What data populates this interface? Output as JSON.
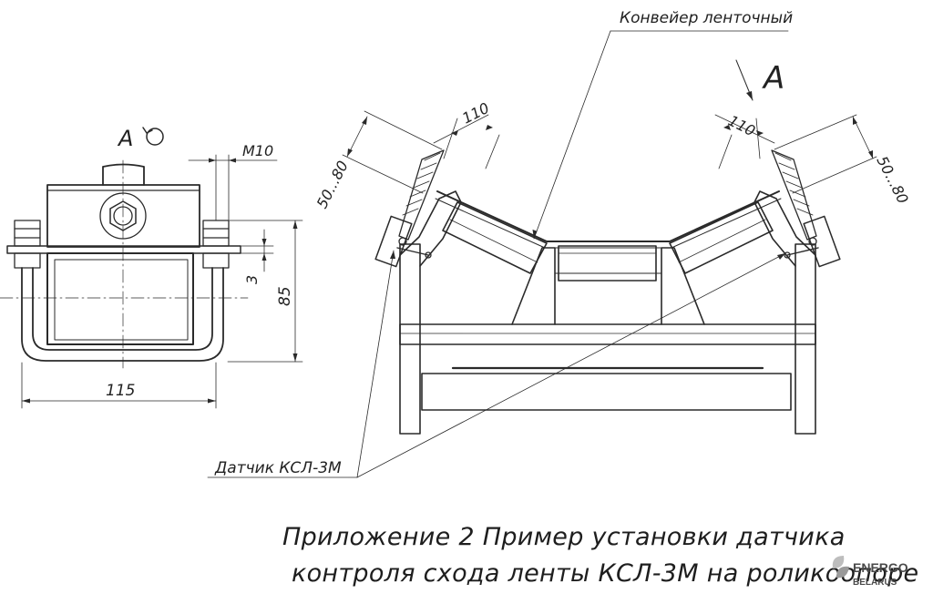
{
  "labels": {
    "conveyor": "Конвейер ленточный",
    "sensor": "Датчик КСЛ-3М",
    "view_a_big": "A",
    "view_a_small": "A",
    "dim_m10": "M10",
    "dim_3": "3",
    "dim_85": "85",
    "dim_115": "115",
    "dim_110_left": "110",
    "dim_110_right": "110",
    "dim_50_80_left": "50...80",
    "dim_50_80_right": "50...80"
  },
  "caption": {
    "line1": "Приложение  2  Пример установки датчика",
    "line2": "контроля схода ленты КСЛ-3М на роликоопоре"
  },
  "logo": {
    "line1": "ENERGO",
    "line2": "BELARUS"
  }
}
